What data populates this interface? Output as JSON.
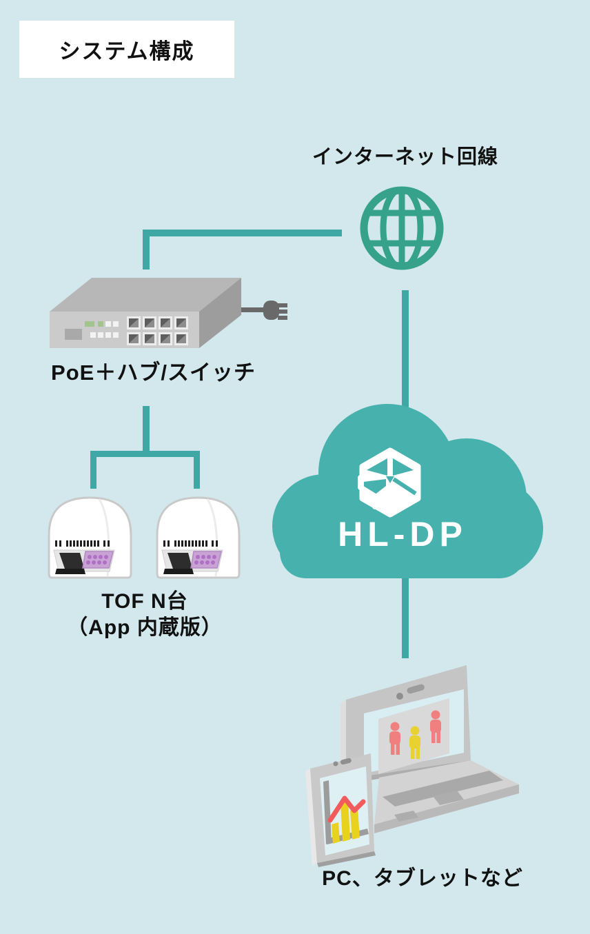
{
  "title": "システム構成",
  "nodes": {
    "internet": {
      "label": "インターネット回線",
      "icon": "globe-icon"
    },
    "switch": {
      "label": "PoE＋ハブ/スイッチ",
      "icon": "poe-switch-illustration"
    },
    "tof": {
      "label_line1": "TOF N台",
      "label_line2": "（App 内蔵版）",
      "icon": "tof-sensor-illustration",
      "count": 2
    },
    "cloud": {
      "label": "HL-DP",
      "icon": "cloud-icon",
      "logo": "cube-box-logo-icon"
    },
    "client": {
      "label": "PC、タブレットなど",
      "icon": "laptop-tablet-illustration"
    }
  },
  "colors": {
    "background": "#d2e8ec",
    "connector": "#3fa8a5",
    "globe": "#37a28b",
    "cloud": "#46b1ad",
    "text": "#111111",
    "title_box": "#ffffff",
    "person_red": "#f08080",
    "person_yellow": "#e8d232",
    "chart_bar_yellow": "#e9d21d",
    "chart_line_red": "#f25b5b",
    "tof_panel_purple": "#c9a3d6"
  }
}
